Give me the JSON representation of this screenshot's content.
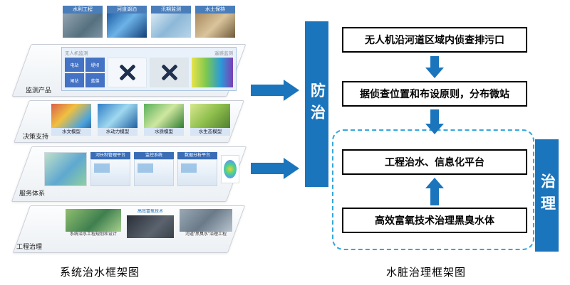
{
  "titles": {
    "left": "系统治水框架图",
    "right": "水脏治理框架图"
  },
  "left_diagram": {
    "top_products": [
      {
        "label": "水利工程"
      },
      {
        "label": "河道湖泊"
      },
      {
        "label": "汛期监测"
      },
      {
        "label": "水土保持"
      }
    ],
    "layers": [
      {
        "name": "监测产品",
        "sub_left": "无人机监测",
        "sub_right": "遥感监测",
        "cells": [
          "电站",
          "堤坝",
          "闸站",
          "蓝藻"
        ]
      },
      {
        "name": "决策支持",
        "items": [
          "水文模型",
          "水动力模型",
          "水质模型",
          "水生态模型"
        ]
      },
      {
        "name": "服务体系",
        "items": [
          "河长制管理平台",
          "监控系统",
          "数据分析平台"
        ]
      },
      {
        "name": "工程治理",
        "items": [
          "系统治水工程规划和设计",
          "高效富氧技术",
          "河道“黑臭水”治理工程"
        ]
      }
    ]
  },
  "right_diagram": {
    "bar_left": "防治",
    "bar_right": "治理",
    "boxes": [
      "无人机沿河道区域内侦查排污口",
      "据侦查位置和布设原则，分布微站",
      "工程治水、信息化平台",
      "高效富氧技术治理黑臭水体"
    ]
  },
  "colors": {
    "primary_blue": "#1b75bc",
    "dashed_blue": "#33a7dc",
    "label_blue": "#4a7ebb"
  }
}
